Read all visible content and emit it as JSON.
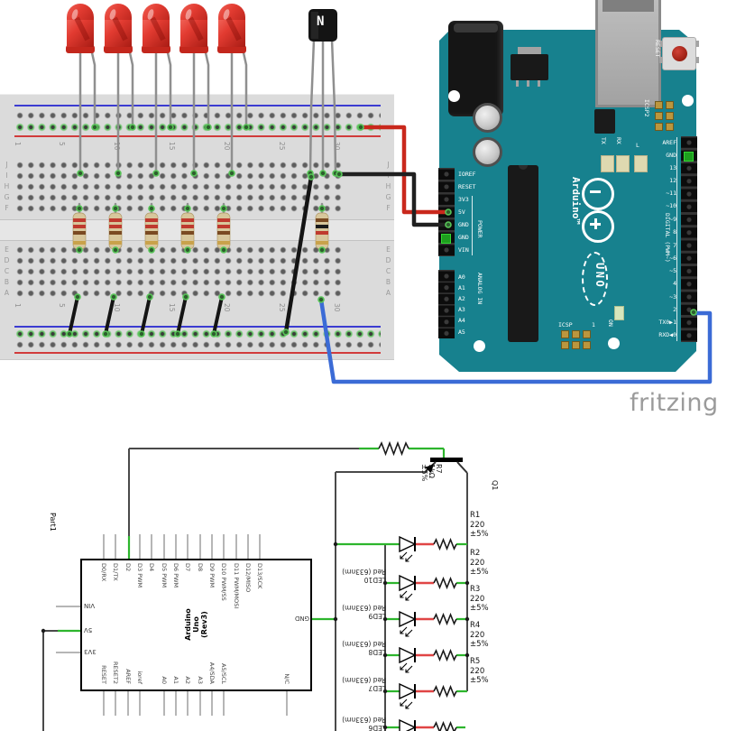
{
  "logo": {
    "fritzing": "fritzing"
  },
  "colors": {
    "board_teal": "#17818e",
    "wire_red": "#c9281c",
    "wire_black": "#202020",
    "wire_blue": "#3b6bd6",
    "led_red": "#e03a30",
    "net_green": "#2db52d",
    "logo_gray": "#9b9b9b"
  },
  "breadboard": {
    "row_letters_top": [
      "J",
      "I",
      "H",
      "G",
      "F"
    ],
    "row_letters_bottom": [
      "E",
      "D",
      "C",
      "B",
      "A"
    ],
    "column_numbers": [
      "1",
      "5",
      "10",
      "15",
      "20",
      "25",
      "30"
    ],
    "transistor_label": "N"
  },
  "arduino": {
    "reset_button_label": "RESET",
    "icsp2_label": "ICSP2",
    "icsp_label": "ICSP",
    "icsp_pin1": "1",
    "on_label": "ON",
    "tx_label": "TX",
    "rx_label": "RX",
    "l_label": "L",
    "brand": "Arduino™",
    "model": "UNO",
    "digital_label": "DIGITAL (PWM~)",
    "power_label": "POWER",
    "analog_label": "ANALOG IN",
    "power_pins": [
      "IOREF",
      "RESET",
      "3V3",
      "5V",
      "GND",
      "GND",
      "VIN"
    ],
    "analog_pins": [
      "A0",
      "A1",
      "A2",
      "A3",
      "A4",
      "A5"
    ],
    "digital_pins": [
      "AREF",
      "GND",
      "13",
      "12",
      "~11",
      "~10",
      "~9",
      "8",
      "7",
      "~6",
      "~5",
      "4",
      "~3",
      "2",
      "TX0▶1",
      "RXD◀0"
    ]
  },
  "schematic": {
    "part_label": "Part1",
    "title_lines": [
      "Arduino",
      "Uno",
      "(Rev3)"
    ],
    "top_pins": [
      "D0/RX",
      "D1/TX",
      "D2",
      "D3 PWM",
      "D4",
      "D5 PWM",
      "D6 PWM",
      "D7",
      "D8",
      "D9 PWM",
      "D10 PWM/SS",
      "D11 PWM/MOSI",
      "D12/MISO",
      "D13/SCK"
    ],
    "bottom_pins": [
      "RESET",
      "RESET2",
      "AREF",
      "ioref",
      "A0",
      "A1",
      "A2",
      "A3",
      "A4/SDA",
      "A5/SCL",
      "N/C"
    ],
    "left_pins": [
      "VIN",
      "5V",
      "3V3"
    ],
    "right_pin": "GND",
    "q1_label": "Q1",
    "r7_lines": [
      "R7",
      "1kΩ",
      "±5%"
    ],
    "series_resistors": [
      [
        "R1",
        "220",
        "±5%"
      ],
      [
        "R2",
        "220",
        "±5%"
      ],
      [
        "R3",
        "220",
        "±5%"
      ],
      [
        "R4",
        "220",
        "±5%"
      ],
      [
        "R5",
        "220",
        "±5%"
      ]
    ],
    "leds": [
      [
        "LED10",
        "Red (633nm)"
      ],
      [
        "LED9",
        "Red (633nm)"
      ],
      [
        "LED8",
        "Red (633nm)"
      ],
      [
        "LED7",
        "Red (633nm)"
      ],
      [
        "LED6",
        "Red (633nm)"
      ]
    ]
  }
}
